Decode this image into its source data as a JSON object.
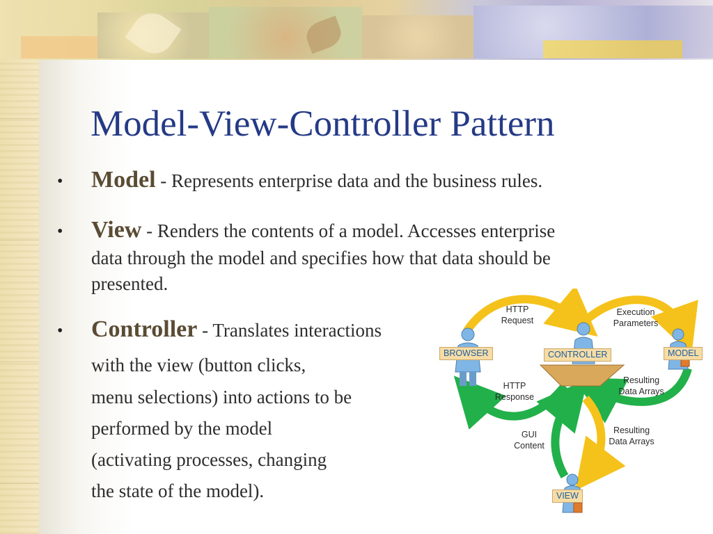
{
  "slide": {
    "title": "Model-View-Controller Pattern",
    "bullet_glyph": "•",
    "bullets": [
      {
        "term": "Model",
        "text": " - Represents enterprise data and the business rules."
      },
      {
        "term": "View",
        "text": " - Renders the contents of a model. Accesses enterprise",
        "continuation": [
          "data through the model and specifies how that data should be",
          "presented."
        ]
      },
      {
        "term": "Controller",
        "text": " - Translates interactions",
        "continuation": [
          "with the view (button clicks,",
          "menu selections) into actions to be",
          "performed by the model",
          "(activating processes, changing",
          "the state of the model)."
        ]
      }
    ]
  },
  "diagram": {
    "nodes": {
      "browser": "BROWSER",
      "controller": "CONTROLLER",
      "model": "MODEL",
      "view": "VIEW"
    },
    "edges": {
      "http_request": "HTTP\nRequest",
      "execution_parameters": "Execution\nParameters",
      "http_response": "HTTP\nResponse",
      "resulting_data_arrays_top": "Resulting\nData Arrays",
      "gui_content": "GUI\nContent",
      "resulting_data_arrays_bottom": "Resulting\nData Arrays"
    },
    "colors": {
      "request_arrow": "#f5c21b",
      "response_arrow": "#22b04a",
      "person": "#7fb6e6",
      "tag_text": "#1f5fa0",
      "tag_bg": "#f7dca4"
    }
  }
}
